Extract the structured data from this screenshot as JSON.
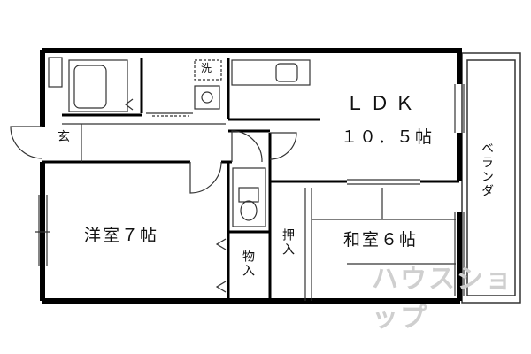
{
  "rooms": {
    "ldk": {
      "name": "ＬＤＫ",
      "size": "１０．５帖"
    },
    "western": {
      "label": "洋室７帖"
    },
    "japanese": {
      "label": "和室６帖"
    },
    "storage": {
      "label": "物入"
    },
    "closet": {
      "label": "押入"
    },
    "entrance": {
      "label": "玄"
    },
    "washer": {
      "label": "洗"
    },
    "balcony": {
      "label": "ベランダ"
    }
  },
  "watermark": {
    "text": "ハウスショップ"
  }
}
